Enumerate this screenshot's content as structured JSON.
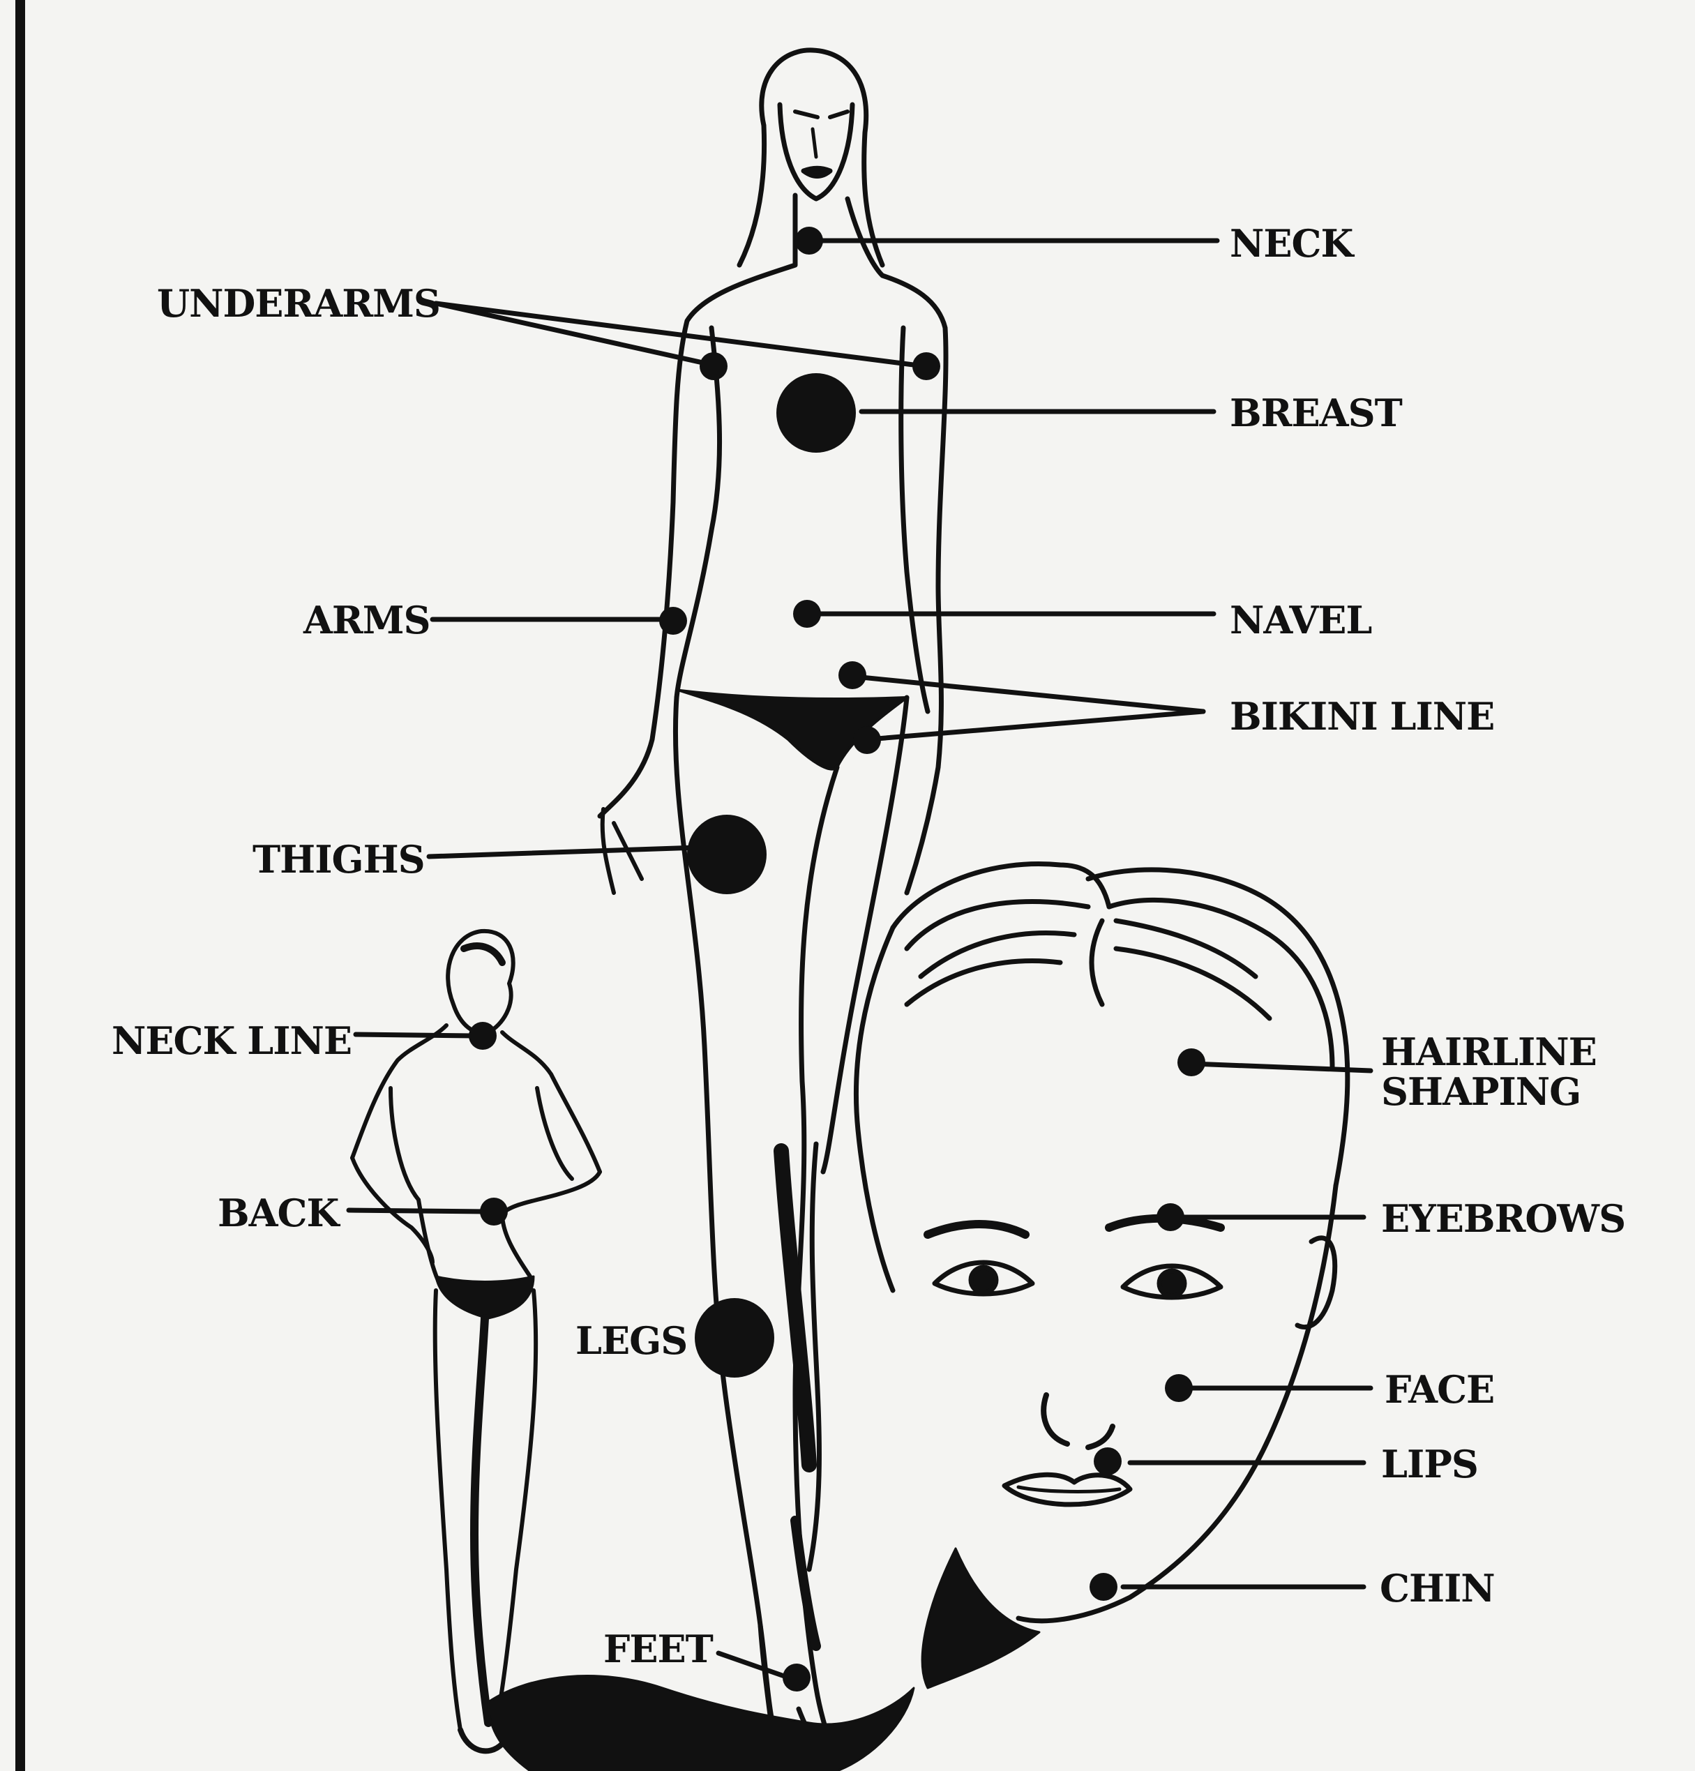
{
  "labels": {
    "neck": "NECK",
    "underarms": "UNDERARMS",
    "breast": "BREAST",
    "arms": "ARMS",
    "navel": "NAVEL",
    "bikini_line": "BIKINI LINE",
    "thighs": "THIGHS",
    "neck_line": "NECK LINE",
    "hairline_line1": "HAIRLINE",
    "hairline_line2": "SHAPING",
    "back": "BACK",
    "eyebrows": "EYEBROWS",
    "legs": "LEGS",
    "face": "FACE",
    "lips": "LIPS",
    "chin": "CHIN",
    "feet": "FEET"
  },
  "colors": {
    "ink": "#111111",
    "paper": "#f4f4f2"
  }
}
